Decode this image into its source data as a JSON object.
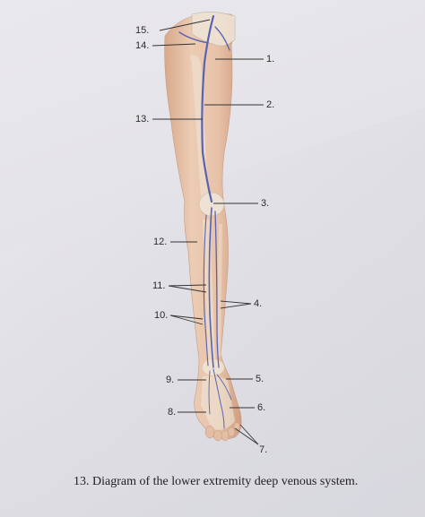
{
  "labels": {
    "l1": "1.",
    "l2": "2.",
    "l3": "3.",
    "l4": "4.",
    "l5": "5.",
    "l6": "6.",
    "l7": "7.",
    "l8": "8.",
    "l9": "9.",
    "l10": "10.",
    "l11": "11.",
    "l12": "12.",
    "l13": "13.",
    "l14": "14.",
    "l15": "15."
  },
  "caption": {
    "number": "13.",
    "text": "Diagram of the lower extremity deep venous system."
  },
  "colors": {
    "skin": "#e8c6ae",
    "skin_shadow": "#d9ab8e",
    "vein": "#5a63b0",
    "bone": "#efe6d9",
    "leader_line": "#333333"
  }
}
